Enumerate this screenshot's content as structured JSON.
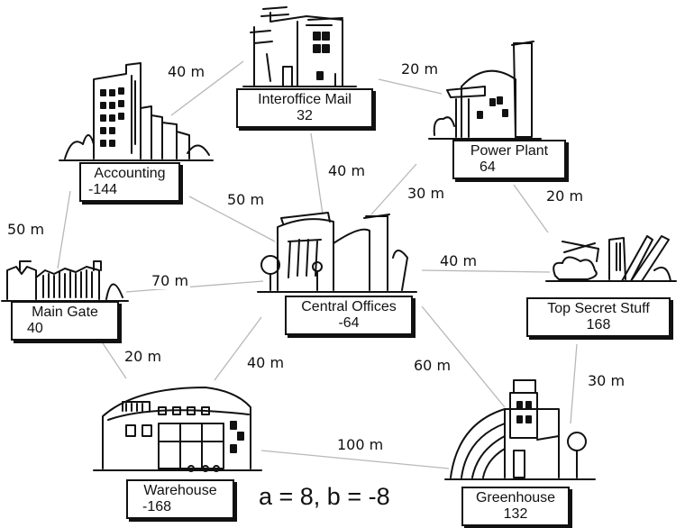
{
  "nodes": {
    "interoffice_mail": {
      "name": "Interoffice Mail",
      "value": "32"
    },
    "power_plant": {
      "name": "Power Plant",
      "value": "64"
    },
    "accounting": {
      "name": "Accounting",
      "value": "-144"
    },
    "central_offices": {
      "name": "Central Offices",
      "value": "-64"
    },
    "main_gate": {
      "name": "Main Gate",
      "value": "40"
    },
    "top_secret": {
      "name": "Top Secret Stuff",
      "value": "168"
    },
    "warehouse": {
      "name": "Warehouse",
      "value": "-168"
    },
    "greenhouse": {
      "name": "Greenhouse",
      "value": "132"
    }
  },
  "edges": [
    {
      "from": "Accounting",
      "to": "Interoffice Mail",
      "label": "40 m"
    },
    {
      "from": "Interoffice Mail",
      "to": "Power Plant",
      "label": "20 m"
    },
    {
      "from": "Interoffice Mail",
      "to": "Central Offices",
      "label": "40 m"
    },
    {
      "from": "Accounting",
      "to": "Central Offices",
      "label": "50 m"
    },
    {
      "from": "Power Plant",
      "to": "Central Offices",
      "label": "30 m"
    },
    {
      "from": "Power Plant",
      "to": "Top Secret Stuff",
      "label": "20 m"
    },
    {
      "from": "Accounting",
      "to": "Main Gate",
      "label": "50 m"
    },
    {
      "from": "Main Gate",
      "to": "Central Offices",
      "label": "70 m"
    },
    {
      "from": "Central Offices",
      "to": "Top Secret Stuff",
      "label": "40 m"
    },
    {
      "from": "Main Gate",
      "to": "Warehouse",
      "label": "20 m"
    },
    {
      "from": "Central Offices",
      "to": "Warehouse",
      "label": "40 m"
    },
    {
      "from": "Central Offices",
      "to": "Greenhouse",
      "label": "60 m"
    },
    {
      "from": "Top Secret Stuff",
      "to": "Greenhouse",
      "label": "30 m"
    },
    {
      "from": "Warehouse",
      "to": "Greenhouse",
      "label": "100 m"
    }
  ],
  "formula": "a = 8, b = -8"
}
